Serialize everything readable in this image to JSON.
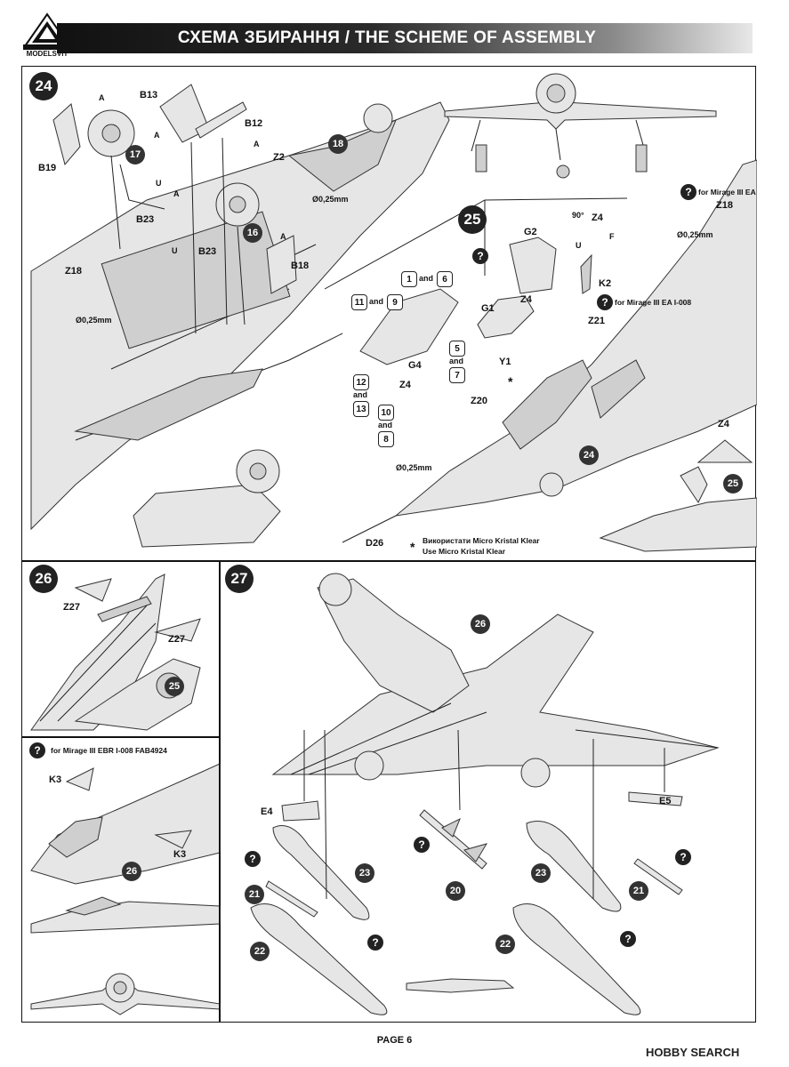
{
  "header": {
    "title": "СХЕМА ЗБИРАННЯ / THE SCHEME OF ASSEMBLY",
    "brand": "MODELSVIT"
  },
  "steps": {
    "s24": {
      "number": "24",
      "labels": [
        "B13",
        "B12",
        "B19",
        "Z2",
        "B23",
        "B23",
        "Z18",
        "B18",
        "A",
        "A",
        "A",
        "A",
        "U",
        "U",
        "A"
      ],
      "sub_refs": [
        "17",
        "18",
        "16"
      ],
      "dims": [
        "Ø0,25mm",
        "Ø0,25mm"
      ]
    },
    "s25": {
      "number": "25",
      "labels": [
        "G2",
        "Z4",
        "U",
        "F",
        "Z4",
        "K2",
        "G1",
        "Y1",
        "G4",
        "Z4",
        "Z20",
        "Z21",
        "Z18",
        "D26"
      ],
      "angle": "90°",
      "parts": [
        "1",
        "6",
        "11",
        "9",
        "5",
        "7",
        "12",
        "13",
        "10",
        "8"
      ],
      "and_word": "and",
      "notes": [
        "for Mirage III EA",
        "for Mirage III EA I-008"
      ],
      "sub_refs": [
        "24",
        "25"
      ],
      "z4_inset": "Z4",
      "dims": [
        "Ø0,25mm",
        "Ø0,25mm"
      ],
      "kristal_ua": "Використати Micro Kristal Klear",
      "kristal_en": "Use Micro Kristal Klear",
      "asterisk": "*"
    },
    "s26": {
      "number": "26",
      "labels": [
        "Z27",
        "Z27",
        "K3",
        "K3"
      ],
      "sub_refs": [
        "25",
        "26"
      ],
      "note": "for Mirage III EBR I-008 FAB4924"
    },
    "s27": {
      "number": "27",
      "labels": [
        "E4",
        "E5"
      ],
      "sub_refs": [
        "26",
        "21",
        "23",
        "22",
        "20",
        "23",
        "21",
        "22"
      ]
    }
  },
  "footer": {
    "page": "PAGE 6",
    "watermark": "HOBBY SEARCH"
  }
}
